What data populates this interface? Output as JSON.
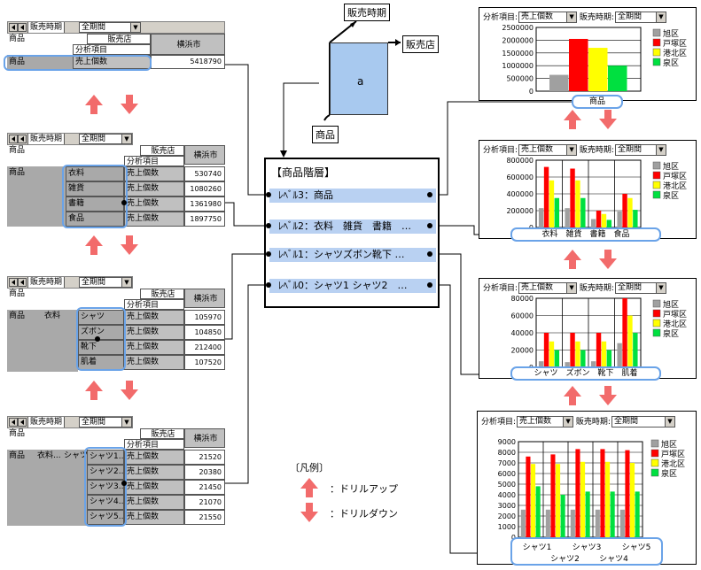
{
  "toolbar": {
    "period_label": "販売時期",
    "period_value": "全期間"
  },
  "pivot1": {
    "row_header": "商品",
    "col_header": "販売店",
    "analysis_header": "分析項目",
    "col_value": "横浜市",
    "rows": [
      {
        "item": "商品",
        "measure": "売上個数",
        "value": "5418790"
      }
    ]
  },
  "pivot2": {
    "row_header": "商品",
    "col_header": "販売店",
    "analysis_header": "分析項目",
    "col_value": "横浜市",
    "level1": "商品",
    "rows": [
      {
        "item": "衣料",
        "measure": "売上個数",
        "value": "530740"
      },
      {
        "item": "雑貨",
        "measure": "売上個数",
        "value": "1080260"
      },
      {
        "item": "書籍",
        "measure": "売上個数",
        "value": "1361980"
      },
      {
        "item": "食品",
        "measure": "売上個数",
        "value": "1897750"
      }
    ]
  },
  "pivot3": {
    "row_header": "商品",
    "col_header": "販売店",
    "analysis_header": "分析項目",
    "col_value": "横浜市",
    "level1": "商品",
    "level2": "衣料",
    "rows": [
      {
        "item": "シャツ",
        "measure": "売上個数",
        "value": "105970"
      },
      {
        "item": "ズボン",
        "measure": "売上個数",
        "value": "104850"
      },
      {
        "item": "靴下",
        "measure": "売上個数",
        "value": "212400"
      },
      {
        "item": "肌着",
        "measure": "売上個数",
        "value": "107520"
      }
    ]
  },
  "pivot4": {
    "row_header": "商品",
    "col_header": "販売店",
    "analysis_header": "分析項目",
    "col_value": "横浜市",
    "level1": "商品",
    "level2": "衣料...",
    "level3": "シャツ",
    "rows": [
      {
        "item": "シャツ1...",
        "measure": "売上個数",
        "value": "21520"
      },
      {
        "item": "シャツ2...",
        "measure": "売上個数",
        "value": "20380"
      },
      {
        "item": "シャツ3...",
        "measure": "売上個数",
        "value": "21450"
      },
      {
        "item": "シャツ4...",
        "measure": "売上個数",
        "value": "21070"
      },
      {
        "item": "シャツ5...",
        "measure": "売上個数",
        "value": "21550"
      }
    ]
  },
  "cube": {
    "axis_period": "販売時期",
    "axis_store": "販売店",
    "axis_product": "商品",
    "face": "a"
  },
  "hierarchy": {
    "title": "【商品階層】",
    "levels": [
      "ﾚﾍﾞﾙ3：商品",
      "ﾚﾍﾞﾙ2：衣料　雑貨　書籍　…",
      "ﾚﾍﾞﾙ1：シャツズボン靴下 …",
      "ﾚﾍﾞﾙ0：シャツ1 シャツ2　…"
    ]
  },
  "legend": {
    "title": "〔凡例〕",
    "drill_up": "：ドリルアップ",
    "drill_down": "：ドリルダウン"
  },
  "colors": {
    "asahi": "#a0a0a0",
    "totsuka": "#ff0000",
    "kohoku": "#ffff00",
    "izumi": "#00e040",
    "highlight": "#6aa3e8",
    "hierarchy_row": "#b9d1f2",
    "arrow": "#f26b6b"
  },
  "chart_labels": {
    "analysis_label": "分析項目:",
    "analysis_value": "売上個数",
    "period_label": "販売時期:",
    "period_value": "全期間"
  },
  "chart_data": [
    {
      "type": "bar",
      "categories": [
        "商品"
      ],
      "series": [
        {
          "name": "旭区",
          "values": [
            640000
          ]
        },
        {
          "name": "戸塚区",
          "values": [
            2050000
          ]
        },
        {
          "name": "港北区",
          "values": [
            1700000
          ]
        },
        {
          "name": "泉区",
          "values": [
            1000000
          ]
        }
      ],
      "ylim": [
        0,
        2500000
      ],
      "yticks": [
        "0",
        "500000",
        "1000000",
        "1500000",
        "2000000",
        "2500000"
      ],
      "category_label": "商品",
      "grid": true,
      "legend": "right"
    },
    {
      "type": "bar",
      "categories": [
        "衣料",
        "雑貨",
        "書籍",
        "食品"
      ],
      "series": [
        {
          "name": "旭区",
          "values": [
            230000,
            230000,
            100000,
            190000
          ]
        },
        {
          "name": "戸塚区",
          "values": [
            720000,
            700000,
            200000,
            400000
          ]
        },
        {
          "name": "港北区",
          "values": [
            560000,
            560000,
            160000,
            350000
          ]
        },
        {
          "name": "泉区",
          "values": [
            350000,
            350000,
            90000,
            210000
          ]
        }
      ],
      "ylim": [
        0,
        800000
      ],
      "yticks": [
        "0",
        "200000",
        "400000",
        "600000",
        "800000"
      ],
      "category_label": "衣料　雑貨　書籍　食品",
      "grid": true,
      "legend": "right"
    },
    {
      "type": "bar",
      "categories": [
        "シャツ",
        "ズボン",
        "靴下",
        "肌着"
      ],
      "series": [
        {
          "name": "旭区",
          "values": [
            7000,
            6000,
            7000,
            28000
          ]
        },
        {
          "name": "戸塚区",
          "values": [
            40000,
            40000,
            40000,
            80000
          ]
        },
        {
          "name": "港北区",
          "values": [
            30000,
            30000,
            30000,
            60000
          ]
        },
        {
          "name": "泉区",
          "values": [
            20000,
            20000,
            20000,
            40000
          ]
        }
      ],
      "ylim": [
        0,
        80000
      ],
      "yticks": [
        "0",
        "20000",
        "40000",
        "60000",
        "80000"
      ],
      "category_label": "シャツ　ズボン　靴下　肌着",
      "grid": true,
      "legend": "right"
    },
    {
      "type": "bar",
      "categories": [
        "シャツ1",
        "シャツ2",
        "シャツ3",
        "シャツ4",
        "シャツ5"
      ],
      "series": [
        {
          "name": "旭区",
          "values": [
            2600,
            2600,
            2600,
            2600,
            2600
          ]
        },
        {
          "name": "戸塚区",
          "values": [
            7600,
            7800,
            8300,
            8300,
            8200
          ]
        },
        {
          "name": "港北区",
          "values": [
            6900,
            6900,
            7100,
            7100,
            7000
          ]
        },
        {
          "name": "泉区",
          "values": [
            4800,
            4000,
            4300,
            4300,
            4300
          ]
        }
      ],
      "ylim": [
        0,
        9000
      ],
      "yticks": [
        "0",
        "1000",
        "2000",
        "3000",
        "4000",
        "5000",
        "6000",
        "7000",
        "8000",
        "9000"
      ],
      "category_labels_top": [
        "シャツ1",
        "シャツ3",
        "シャツ5"
      ],
      "category_labels_bottom": [
        "シャツ2",
        "シャツ4"
      ],
      "grid": true,
      "legend": "right"
    }
  ]
}
